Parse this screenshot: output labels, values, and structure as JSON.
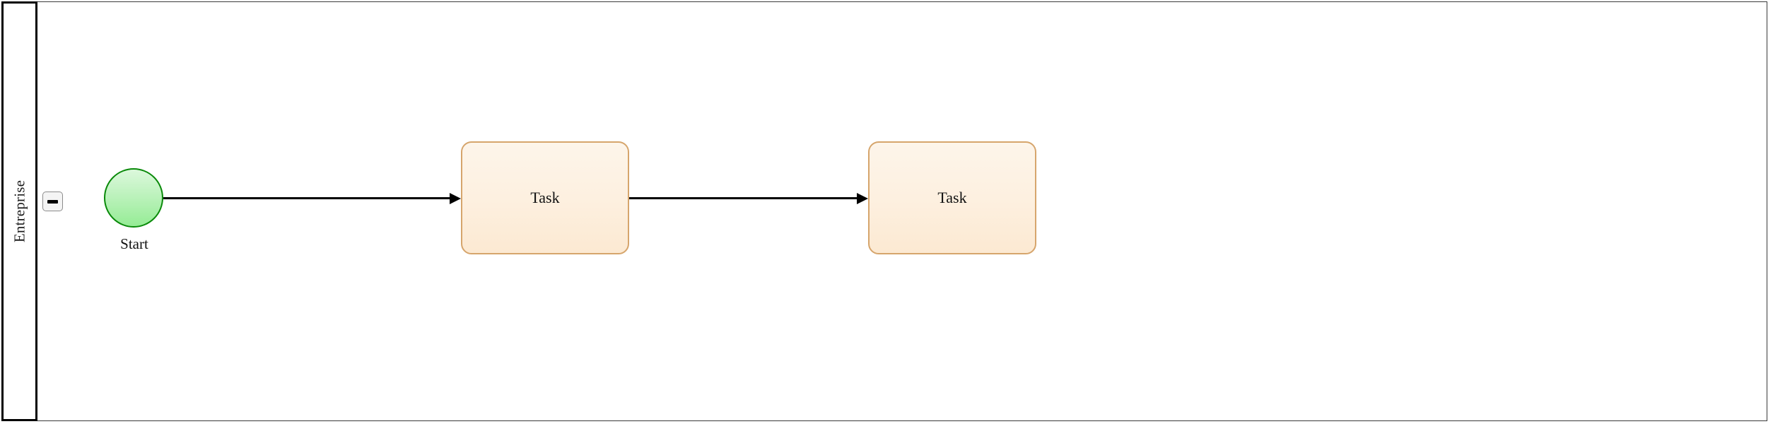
{
  "diagram": {
    "type": "bpmn-process",
    "background_color": "#ffffff",
    "pool": {
      "lane_label": "Entreprise",
      "border_color": "#3a3a3a",
      "header_border_color": "#000000",
      "collapse_button": {
        "icon": "minus-icon",
        "state": "expanded",
        "border_color": "#8c8c8c",
        "fill_color": "#f4f4f4"
      }
    },
    "nodes": [
      {
        "id": "start-event",
        "kind": "start-event",
        "label": "Start",
        "shape": "circle",
        "stroke_color": "#0a8a0a",
        "fill_gradient_from": "#dcf8dc",
        "fill_gradient_to": "#95ec95"
      },
      {
        "id": "task-1",
        "kind": "task",
        "label": "Task",
        "shape": "rounded-rectangle",
        "stroke_color": "#d6a56c",
        "fill_gradient_from": "#fdf5ea",
        "fill_gradient_to": "#fce9d2"
      },
      {
        "id": "task-2",
        "kind": "task",
        "label": "Task",
        "shape": "rounded-rectangle",
        "stroke_color": "#d6a56c",
        "fill_gradient_from": "#fdf5ea",
        "fill_gradient_to": "#fce9d2"
      }
    ],
    "flows": [
      {
        "id": "flow-1",
        "from": "start-event",
        "to": "task-1",
        "color": "#000000",
        "arrow": "solid-filled"
      },
      {
        "id": "flow-2",
        "from": "task-1",
        "to": "task-2",
        "color": "#000000",
        "arrow": "solid-filled"
      }
    ]
  }
}
